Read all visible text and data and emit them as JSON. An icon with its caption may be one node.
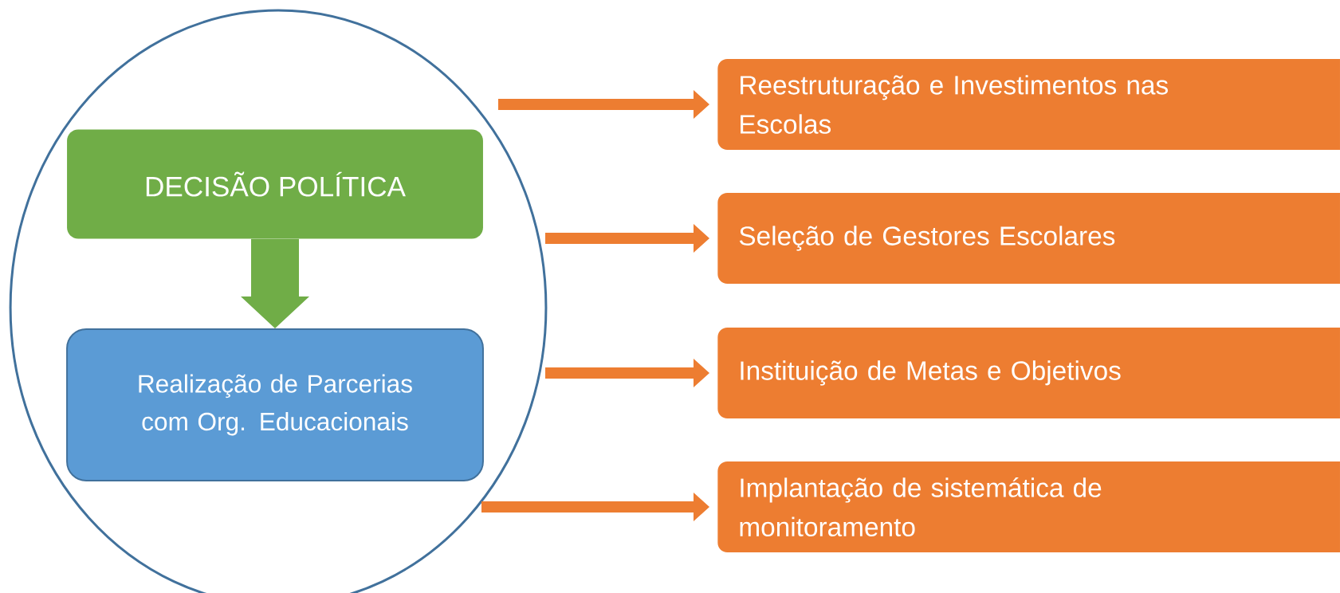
{
  "diagram": {
    "nodes": [
      {
        "text": [],
        "shape": "circle"
      },
      {
        "text": [
          "DECISÃO POLÍTICA"
        ],
        "in": 0
      },
      {
        "text": [
          "Realização de Parcerias com Org. Educacionais"
        ],
        "in": 0
      },
      {
        "text": [
          "Reestruturação e Investimentos nas Escolas"
        ]
      },
      {
        "text": [
          "Seleção de Gestores Escolares"
        ]
      },
      {
        "text": [
          "Instituição de Metas e Objetivos"
        ]
      },
      {
        "text": [
          "Implantação de sistemática de monitoramento"
        ]
      }
    ],
    "edges": [
      {
        "from": 1,
        "to": 2,
        "arrow": "to",
        "style": "thick",
        "color": "#70ad47"
      },
      {
        "from": 0,
        "to": 3,
        "arrow": "to",
        "style": "thick"
      },
      {
        "from": 0,
        "to": 4,
        "arrow": "to",
        "style": "thick"
      },
      {
        "from": 0,
        "to": 5,
        "arrow": "to",
        "style": "thick"
      },
      {
        "from": 0,
        "to": 6,
        "arrow": "to",
        "style": "thick"
      }
    ]
  }
}
